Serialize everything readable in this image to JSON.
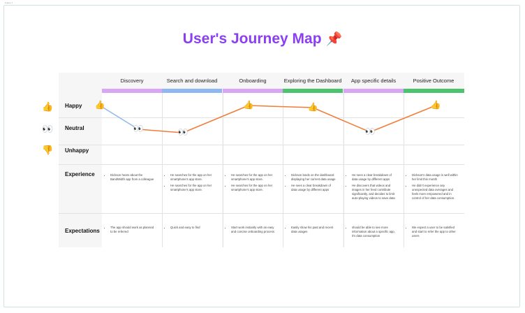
{
  "frame_label": "Frame 7",
  "title": "User's Journey Map",
  "title_icon": "pushpin-icon",
  "stages": [
    {
      "name": "Discovery",
      "color": "#d8a6f5"
    },
    {
      "name": "Search and download",
      "color": "#8fb8f2"
    },
    {
      "name": "Onboarding",
      "color": "#d8a6f5"
    },
    {
      "name": "Exploring the Dashboard",
      "color": "#4cc46e"
    },
    {
      "name": "App specific details",
      "color": "#d8a6f5"
    },
    {
      "name": "Positive Outcome",
      "color": "#4cc46e"
    }
  ],
  "moods": [
    {
      "label": "Happy",
      "icon": "thumbs-up-icon"
    },
    {
      "label": "Neutral",
      "icon": "eyes-icon"
    },
    {
      "label": "Unhappy",
      "icon": "thumbs-down-icon"
    }
  ],
  "journey": {
    "levels": [
      "happy",
      "neutral",
      "neutral",
      "happy",
      "happy",
      "neutral",
      "happy"
    ],
    "segment_colors": [
      "#8fb8f2",
      "#f07d3a",
      "#f07d3a",
      "#f07d3a",
      "#f07d3a",
      "#f07d3a"
    ]
  },
  "rows": [
    {
      "label": "Experience",
      "cells": [
        [
          "Dickson hears about the BandWidth app from a colleague"
        ],
        [
          "He searches for the app on her smartphone's app store.",
          "He searches for the app on her smartphone's app store."
        ],
        [
          "He searches for the app on her smartphone's app store.",
          "He searches for the app on her smartphone's app store."
        ],
        [
          "Dickson lands on the dashboard displaying her current data usage",
          "He sees a clear breakdown of data usage by different apps"
        ],
        [
          "He sees a clear breakdown of data usage by different apps",
          "He discovers that videos and images in her feed contribute significantly, and decides to limit auto-playing videos to save data"
        ],
        [
          "Dickson's data usage is well within her limit this month",
          "He didn't experience any unexpected data overages and feels more empowered and in control of her data consumption."
        ]
      ]
    },
    {
      "label": "Expectations",
      "cells": [
        [
          "The app should work as planned to be referred"
        ],
        [
          "Quick and easy to find"
        ],
        [
          "Start work instantly with an easy and concise onboarding process"
        ],
        [
          "Easily show his past and recent data usages"
        ],
        [
          "should be able to see more information about a specific app, it's data consumption"
        ],
        [
          "We expect a user to be satisfied and start to refer the app to other users"
        ]
      ]
    }
  ]
}
